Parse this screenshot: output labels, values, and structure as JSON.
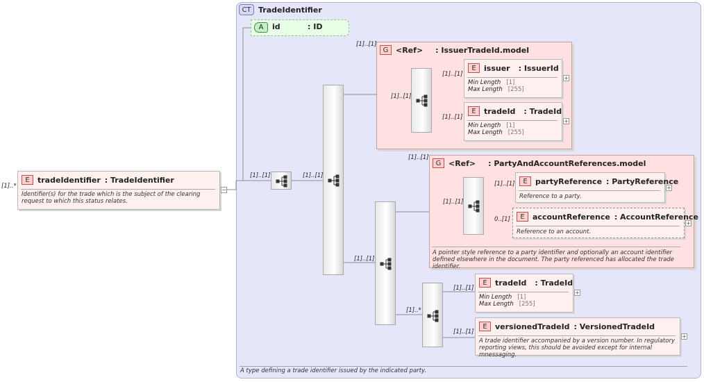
{
  "root": {
    "badge": "E",
    "name": "tradeIdentifier",
    "type": ": TradeIdentifier",
    "cardinality": "[1]..*",
    "description": "Identifier(s) for the trade which is the subject of the clearing request to which this status relates."
  },
  "complex_type": {
    "badge": "CT",
    "name": "TradeIdentifier",
    "description": "A type defining a trade identifier issued by the indicated party."
  },
  "attribute": {
    "badge": "A",
    "name": "id",
    "type": ": ID"
  },
  "outer_sequence": {
    "cardinality_in": "[1]..[1]",
    "cardinality_out": "[1]..[1]"
  },
  "issuer_group": {
    "badge": "G",
    "ref": "<Ref>",
    "name": ": IssuerTradeId.model",
    "cardinality": "[1]..[1]",
    "seq_cardinality": "[1]..[1]",
    "issuer": {
      "badge": "E",
      "name": "issuer",
      "type": ": IssuerId",
      "cardinality": "[1]..[1]",
      "min_label": "Min Length",
      "min_value": "[1]",
      "max_label": "Max Length",
      "max_value": "[255]"
    },
    "tradeId": {
      "badge": "E",
      "name": "tradeId",
      "type": ": TradeId",
      "cardinality": "[1]..[1]",
      "min_label": "Min Length",
      "min_value": "[1]",
      "max_label": "Max Length",
      "max_value": "[255]"
    }
  },
  "choice_cardinality": "[1]..[1]",
  "party_group": {
    "badge": "G",
    "ref": "<Ref>",
    "name": ": PartyAndAccountReferences.model",
    "cardinality": "[1]..[1]",
    "seq_cardinality": "[1]..[1]",
    "description": "A pointer style reference to a party identifier and optionally an account identifier defined elsewhere in the document. The party referenced has allocated the trade identifier.",
    "partyReference": {
      "badge": "E",
      "name": "partyReference",
      "type": ": PartyReference",
      "cardinality": "[1]..[1]",
      "description": "Reference to a party."
    },
    "accountReference": {
      "badge": "E",
      "name": "accountReference",
      "type": ": AccountReference",
      "cardinality": "0..[1]",
      "description": "Reference to an account."
    }
  },
  "inner_sequence": {
    "cardinality": "[1]..*"
  },
  "tradeId2": {
    "badge": "E",
    "name": "tradeId",
    "type": ": TradeId",
    "cardinality": "[1]..[1]",
    "min_label": "Min Length",
    "min_value": "[1]",
    "max_label": "Max Length",
    "max_value": "[255]"
  },
  "versionedTradeId": {
    "badge": "E",
    "name": "versionedTradeId",
    "type": ": VersionedTradeId",
    "cardinality": "[1]..[1]",
    "description": "A trade identifier accompanied by a version number. In regulatory reporting views, this should be avoided except for internal mnessaging."
  },
  "icons": {
    "expand": "+",
    "collapse": "−"
  }
}
